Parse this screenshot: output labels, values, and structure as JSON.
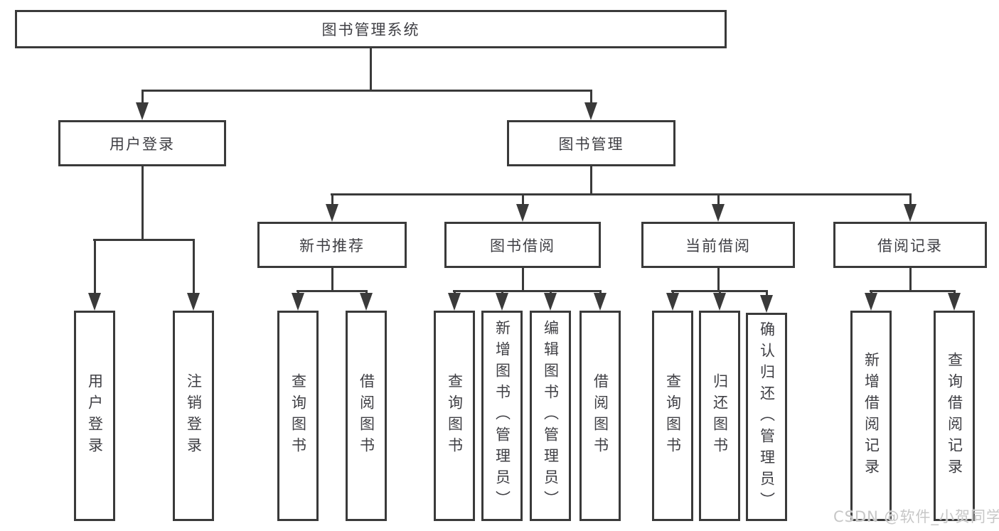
{
  "tree": {
    "root": {
      "label": "图书管理系统"
    },
    "user": {
      "label": "用户登录",
      "children": [
        {
          "label": "用户登录"
        },
        {
          "label": "注销登录"
        }
      ]
    },
    "mgmt": {
      "label": "图书管理",
      "sections": [
        {
          "label": "新书推荐",
          "children": [
            {
              "label": "查询图书"
            },
            {
              "label": "借阅图书"
            }
          ]
        },
        {
          "label": "图书借阅",
          "children": [
            {
              "label": "查询图书"
            },
            {
              "label": "新增图书（管理员）"
            },
            {
              "label": "编辑图书（管理员）"
            },
            {
              "label": "借阅图书"
            }
          ]
        },
        {
          "label": "当前借阅",
          "children": [
            {
              "label": "查询图书"
            },
            {
              "label": "归还图书"
            },
            {
              "label": "确认归还（管理员）"
            }
          ]
        },
        {
          "label": "借阅记录",
          "children": [
            {
              "label": "新增借阅记录"
            },
            {
              "label": "查询借阅记录"
            }
          ]
        }
      ]
    }
  },
  "watermark": "CSDN @软件_小贺同学",
  "colors": {
    "line": "#3a3a3a",
    "text": "#3f3f44",
    "background": "#ffffff",
    "watermark": "#c7c7c7"
  }
}
